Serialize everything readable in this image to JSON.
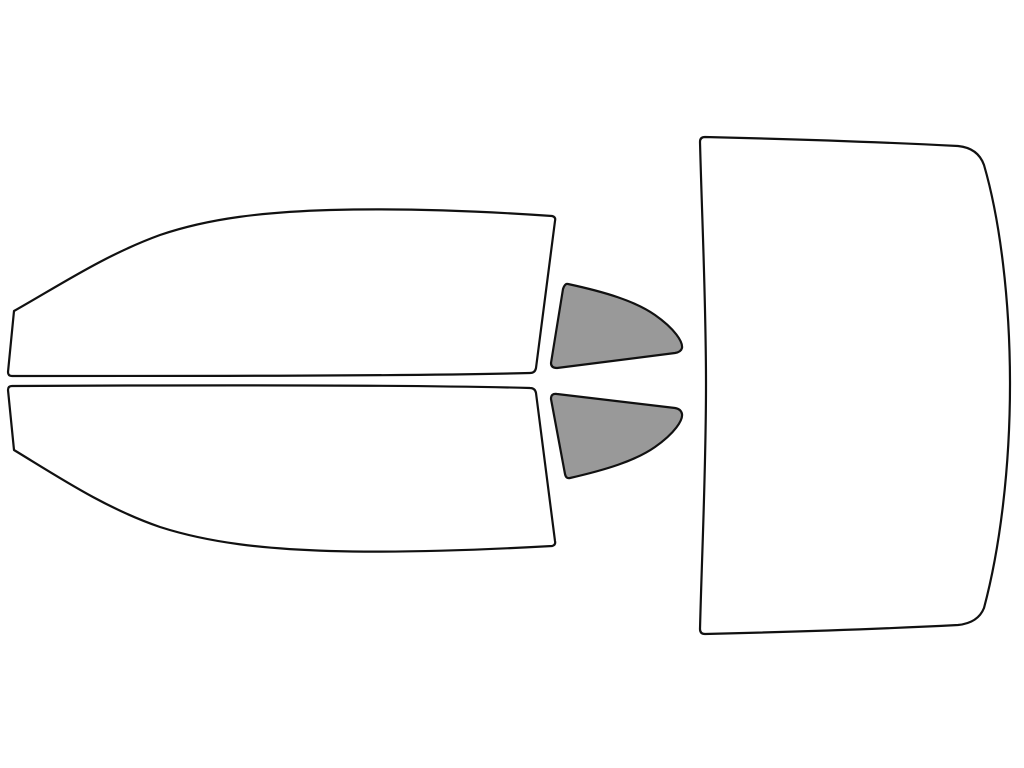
{
  "colors": {
    "background": "#ffffff",
    "outline": "#111111",
    "clear_fill": "#ffffff",
    "tinted_fill": "#999999"
  },
  "pieces": [
    {
      "id": "front-door-window-top",
      "tinted": false
    },
    {
      "id": "front-door-window-bottom",
      "tinted": false
    },
    {
      "id": "rear-quarter-window-top",
      "tinted": true
    },
    {
      "id": "rear-quarter-window-bottom",
      "tinted": true
    },
    {
      "id": "rear-windshield",
      "tinted": false
    }
  ]
}
